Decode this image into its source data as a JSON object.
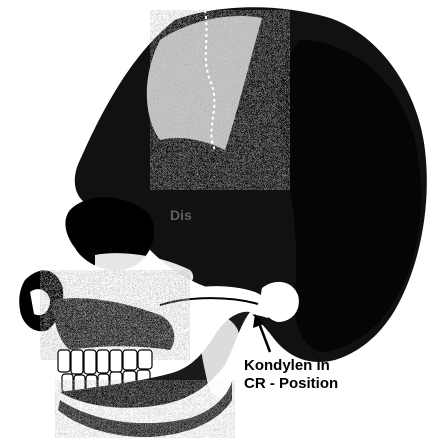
{
  "labels": {
    "main_line1": "Kondylen in",
    "main_line2": "CR - Position",
    "partial": "Dis"
  },
  "colors": {
    "ink": "#000000",
    "paper": "#ffffff",
    "shade": "#1a1a1a"
  },
  "icons": {
    "pointer": "arrow-icon"
  }
}
